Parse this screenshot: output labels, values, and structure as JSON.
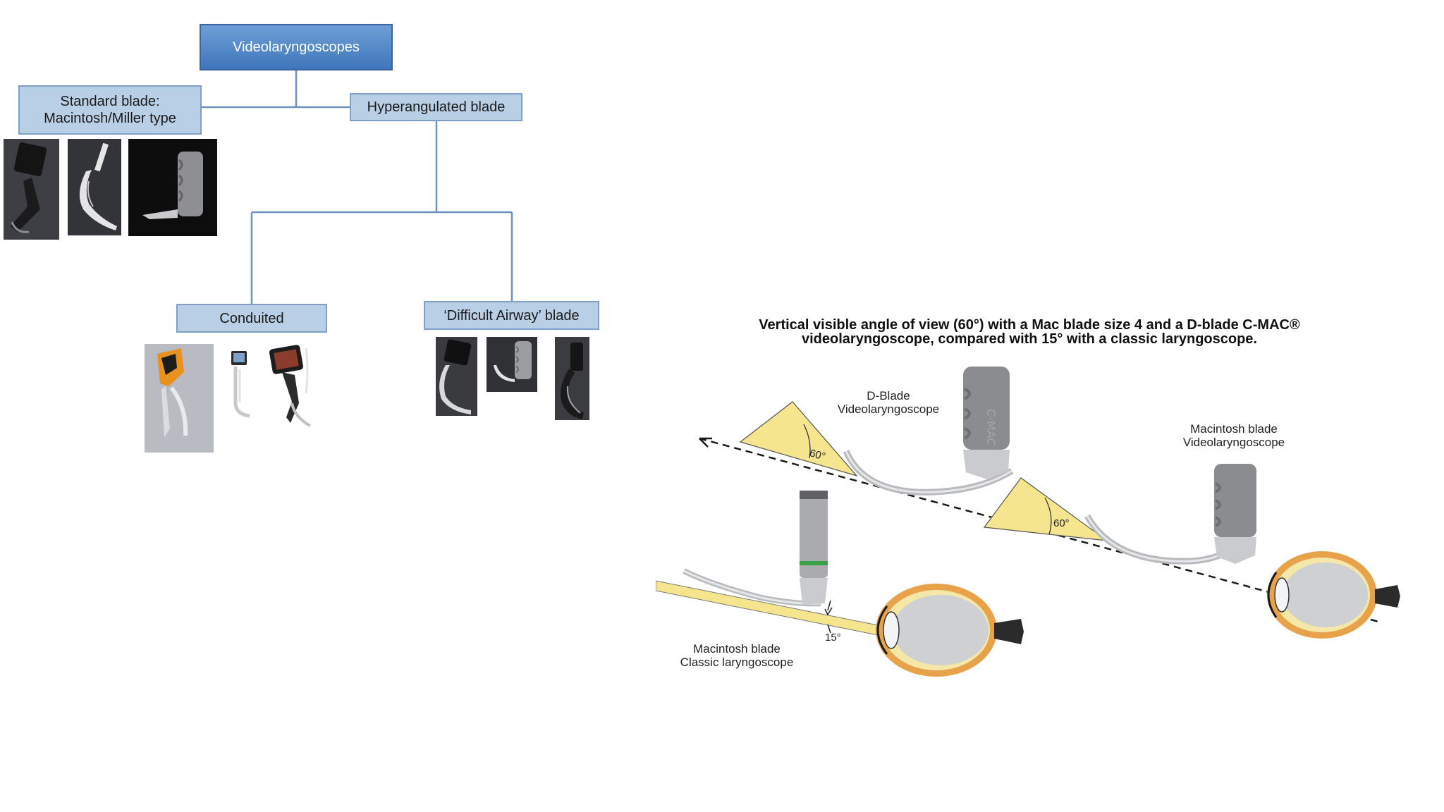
{
  "tree": {
    "root": "Videolaryngoscopes",
    "standard_line1": "Standard blade:",
    "standard_line2": "Macintosh/Miller type",
    "hyperangulated": "Hyperangulated blade",
    "conduited": "Conduited",
    "difficult_airway": "‘Difficult Airway’ blade"
  },
  "figure": {
    "title_line1": "Vertical visible angle of view (60°) with a Mac blade size 4 and a D-blade C-MAC®",
    "title_line2": "videolaryngoscope, compared with 15° with a classic laryngoscope.",
    "dblade_line1": "D-Blade",
    "dblade_line2": "Videolaryngoscope",
    "mac_video_line1": "Macintosh blade",
    "mac_video_line2": "Videolaryngoscope",
    "mac_classic_line1": "Macintosh blade",
    "mac_classic_line2": "Classic laryngoscope",
    "angle_60_a": "60°",
    "angle_60_b": "60°",
    "angle_15": "15°",
    "handle_brand": "C-MAC"
  },
  "colors": {
    "box_fill": "#b9cfe6",
    "box_border": "#7f9fc4",
    "root_fill": "#4a80c3",
    "connector": "#6f93bd",
    "view_cone": "#f6e58f",
    "eye_orange": "#e8a24a"
  },
  "icons": [
    "blade-photo",
    "eye-diagram",
    "laryngoscope-handle"
  ]
}
